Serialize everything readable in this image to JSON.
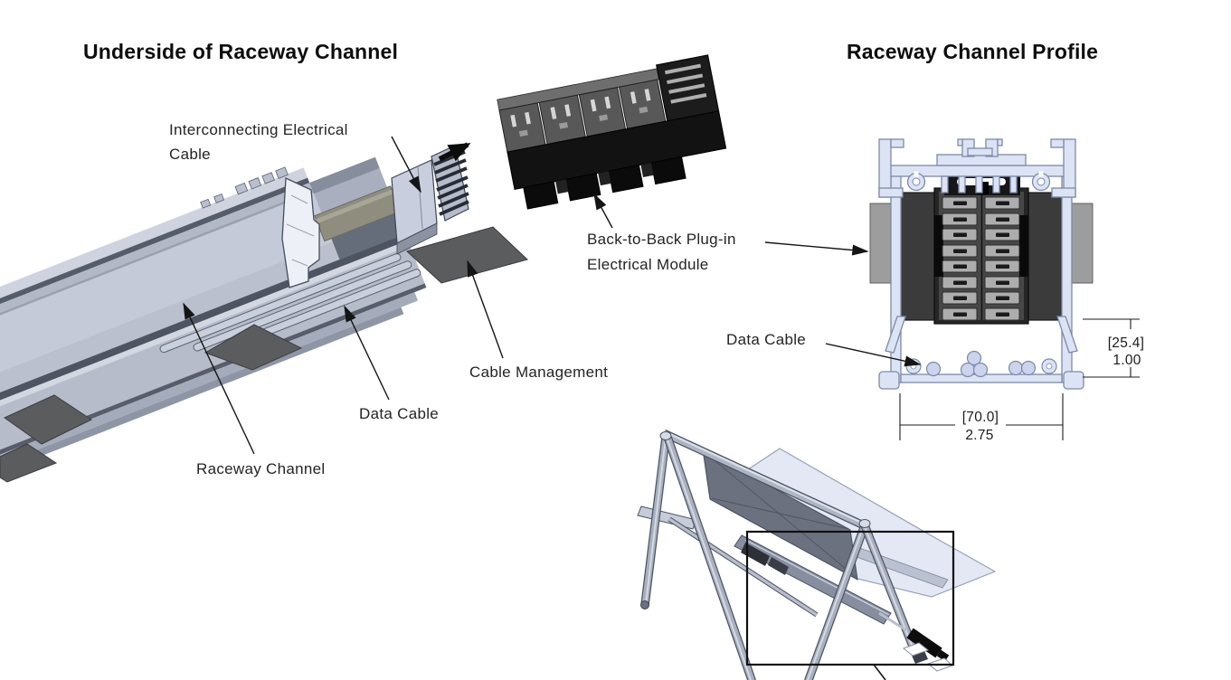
{
  "underside_view": {
    "title": "Underside of Raceway Channel",
    "labels": {
      "interconnecting_line1": "Interconnecting Electrical",
      "interconnecting_line2": "Cable",
      "back_to_back_line1": "Back-to-Back Plug-in",
      "back_to_back_line2": "Electrical Module",
      "cable_management": "Cable Management",
      "data_cable": "Data Cable",
      "raceway_channel": "Raceway Channel"
    }
  },
  "profile_view": {
    "title": "Raceway Channel Profile",
    "labels": {
      "data_cable": "Data Cable"
    },
    "dimensions": {
      "height_mm": "[25.4]",
      "height_in": "1.00",
      "width_mm": "[70.0]",
      "width_in": "2.75"
    }
  },
  "icons": {
    "direction_arrow": "northeast-thick-arrow"
  },
  "colors": {
    "background": "#ffffff",
    "text": "#242424",
    "leader": "#151515",
    "aluminum_channel": "#c4cad7",
    "profile_fill": "#dce3f4",
    "profile_stroke": "#7d8aa8",
    "cable_plate_gray": "#5b5c5e",
    "module_black": "#141414",
    "desk_screen": "#6b717f",
    "desk_top": "#e3e8f4"
  }
}
